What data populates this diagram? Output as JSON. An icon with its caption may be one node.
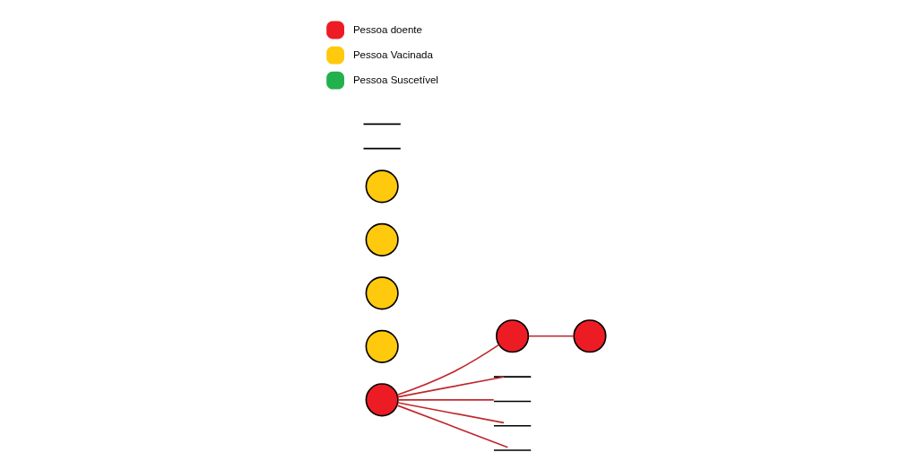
{
  "diagram": {
    "nodes": [
      {
        "text": [],
        "shape": "circle"
      },
      {
        "text": [],
        "shape": "circle"
      },
      {
        "text": [],
        "shape": "circle"
      },
      {
        "text": [],
        "shape": "circle"
      },
      {
        "text": [],
        "shape": "circle"
      },
      {
        "text": [],
        "shape": "circle"
      },
      {
        "text": [],
        "shape": "circle"
      },
      {
        "text": [],
        "shape": "arc"
      },
      {
        "text": [],
        "shape": "arc"
      },
      {
        "text": [],
        "shape": "arc"
      },
      {
        "text": [],
        "shape": "arc"
      },
      {
        "text": [],
        "shape": "arc"
      },
      {
        "text": [],
        "shape": "arc"
      }
    ],
    "edges": [
      {
        "from": 0,
        "to": 3,
        "arrow": "none"
      },
      {
        "from": 3,
        "to": 6,
        "arrow": "none"
      },
      {
        "from": 0,
        "to": 7,
        "arrow": "none"
      },
      {
        "from": 0,
        "to": 8,
        "arrow": "none"
      },
      {
        "from": 0,
        "to": 9,
        "arrow": "none"
      },
      {
        "from": 0,
        "to": 10,
        "arrow": "none"
      }
    ],
    "legend": [
      {
        "text": "Pessoa doente",
        "color": "#ed1c24"
      },
      {
        "text": "Pessoa Vacinada",
        "color": "#ffc90e"
      },
      {
        "text": "Pessoa Suscetível",
        "color": "#22b14c"
      }
    ]
  }
}
